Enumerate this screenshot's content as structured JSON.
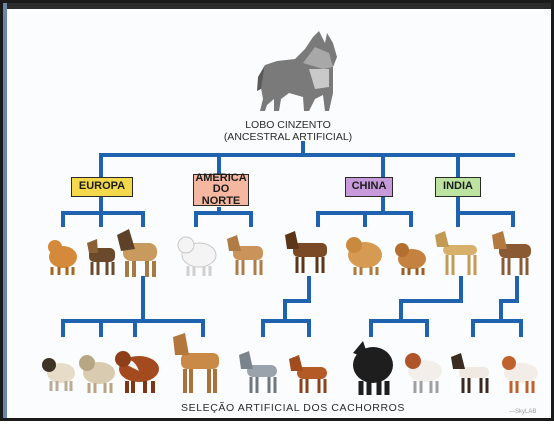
{
  "root": {
    "line1": "LOBO CINZENTO",
    "line2": "(ANCESTRAL ARTIFICIAL)"
  },
  "regions": [
    {
      "line1": "EUROPA",
      "line2": "",
      "color": "#f2d84a"
    },
    {
      "line1": "AMERICA",
      "line2": "DO NORTE",
      "color": "#f5b7a0"
    },
    {
      "line1": "CHINA",
      "line2": "",
      "color": "#c79ad9"
    },
    {
      "line1": "INDIA",
      "line2": "",
      "color": "#bde3a0"
    }
  ],
  "caption": "SELEÇÃO ARTIFICIAL DOS CACHORROS",
  "credit": "—SkyLAB",
  "colors": {
    "line": "#1f63b0",
    "wolf": "#7a7a7a"
  }
}
